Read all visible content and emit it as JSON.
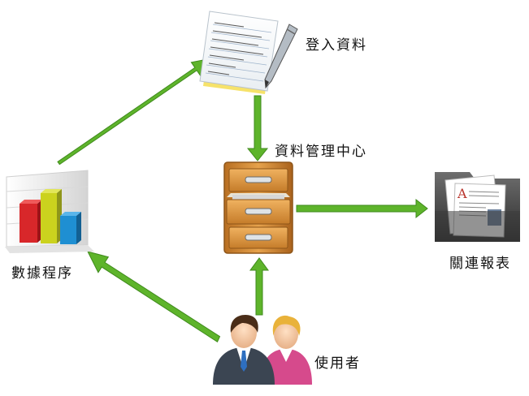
{
  "colors": {
    "arrow": "#5eb42b",
    "arrow_outline": "#3f8a1c",
    "cabinet": "#d9923a",
    "cabinet_dark": "#8e5518",
    "bar_red": "#d8272a",
    "bar_yellow": "#cbd21e",
    "bar_blue": "#1f8fd2"
  },
  "nodes": {
    "login_data": {
      "label": "登入資料",
      "icon": "notepad-pen-icon"
    },
    "data_center": {
      "label": "資料管理中心",
      "icon": "filing-cabinet-icon"
    },
    "related_reports": {
      "label": "關連報表",
      "icon": "report-folder-icon"
    },
    "data_program": {
      "label": "數據程序",
      "icon": "bar-chart-icon"
    },
    "users": {
      "label": "使用者",
      "icon": "users-icon"
    }
  },
  "edges": [
    {
      "from": "data_program",
      "to": "login_data"
    },
    {
      "from": "login_data",
      "to": "data_center"
    },
    {
      "from": "data_center",
      "to": "related_reports"
    },
    {
      "from": "users",
      "to": "data_center"
    },
    {
      "from": "users",
      "to": "data_program"
    }
  ]
}
